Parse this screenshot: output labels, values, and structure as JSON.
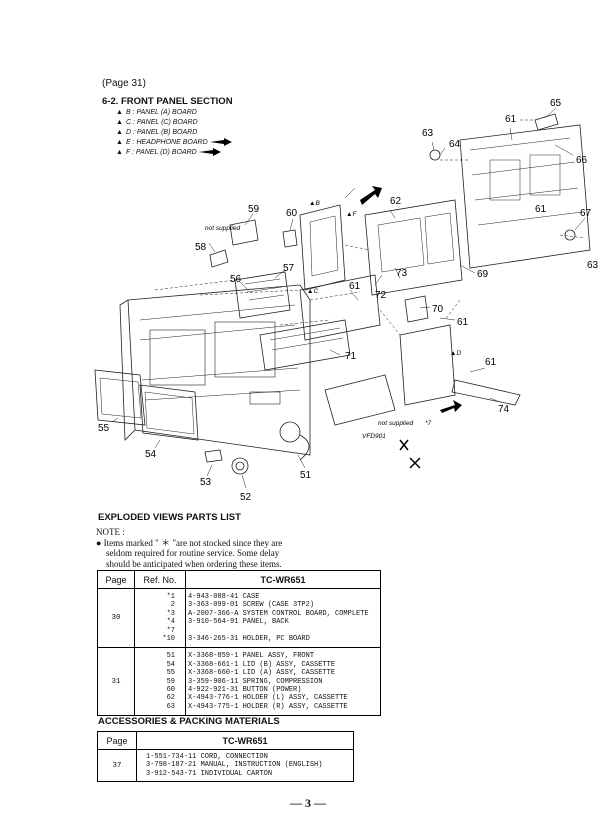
{
  "header": {
    "page_ref": "(Page 31)",
    "section_title": "6-2. FRONT PANEL SECTION"
  },
  "board_legend": [
    "B : PANEL (A) BOARD",
    "C : PANEL (C) BOARD",
    "D : PANEL (B) BOARD",
    "E : HEADPHONE BOARD",
    "F : PANEL (D) BOARD"
  ],
  "diagram": {
    "callouts": [
      "65",
      "61",
      "63",
      "64",
      "66",
      "61",
      "67",
      "63",
      "59",
      "60",
      "62",
      "58",
      "57",
      "56",
      "61",
      "72",
      "73",
      "69",
      "70",
      "61",
      "71",
      "61",
      "74",
      "55",
      "54",
      "53",
      "52",
      "51",
      "VFD901"
    ],
    "board_tags": [
      "B",
      "F",
      "C",
      "D"
    ],
    "not_supplied": "not supplied",
    "not_supplied_2": "not supplied",
    "star_mark": "*7"
  },
  "parts_list": {
    "title": "EXPLODED VIEWS PARTS LIST",
    "note_label": "NOTE :",
    "note_text_1": "● Items marked \" ＊ \"are not stocked since they are",
    "note_text_2": "seldom required for routine service. Some delay",
    "note_text_3": "should be anticipated when ordering these items.",
    "headers": {
      "page": "Page",
      "ref": "Ref. No.",
      "model": "TC-WR651"
    },
    "groups": [
      {
        "page": "30",
        "rows": [
          {
            "ref": "*1",
            "desc": "4-943-088-41 CASE"
          },
          {
            "ref": "2",
            "desc": "3-363-099-01 SCREW (CASE 3TP2)"
          },
          {
            "ref": "*3",
            "desc": "A-2007-366-A SYSTEM CONTROL BOARD, COMPLETE"
          },
          {
            "ref": "*4",
            "desc": "3-910-564-91 PANEL, BACK"
          },
          {
            "ref": "*7",
            "desc": ""
          },
          {
            "ref": "*10",
            "desc": "3-346-265-31 HOLDER, PC BOARD"
          }
        ]
      },
      {
        "page": "31",
        "rows": [
          {
            "ref": "51",
            "desc": "X-3368-859-1 PANEL ASSY, FRONT"
          },
          {
            "ref": "54",
            "desc": "X-3368-661-1 LID (B) ASSY, CASSETTE"
          },
          {
            "ref": "55",
            "desc": "X-3368-660-1 LID (A) ASSY, CASSETTE"
          },
          {
            "ref": "59",
            "desc": "3-359-906-11 SPRING, COMPRESSION"
          },
          {
            "ref": "60",
            "desc": "4-922-921-31 BUTTON (POWER)"
          },
          {
            "ref": "62",
            "desc": "X-4943-776-1 HOLDER (L) ASSY, CASSETTE"
          },
          {
            "ref": "63",
            "desc": "X-4943-775-1 HOLDER (R) ASSY, CASSETTE"
          }
        ]
      }
    ]
  },
  "accessories": {
    "title": "ACCESSORIES & PACKING MATERIALS",
    "headers": {
      "page": "Page",
      "model": "TC-WR651"
    },
    "page": "37",
    "rows": [
      "1-551-734-11 CORD, CONNECTION",
      "3-798-187-21 MANUAL, INSTRUCTION (ENGLISH)",
      "3-912-543-71 INDIVIDUAL CARTON"
    ]
  },
  "footer": {
    "page_number": "— 3 —"
  }
}
